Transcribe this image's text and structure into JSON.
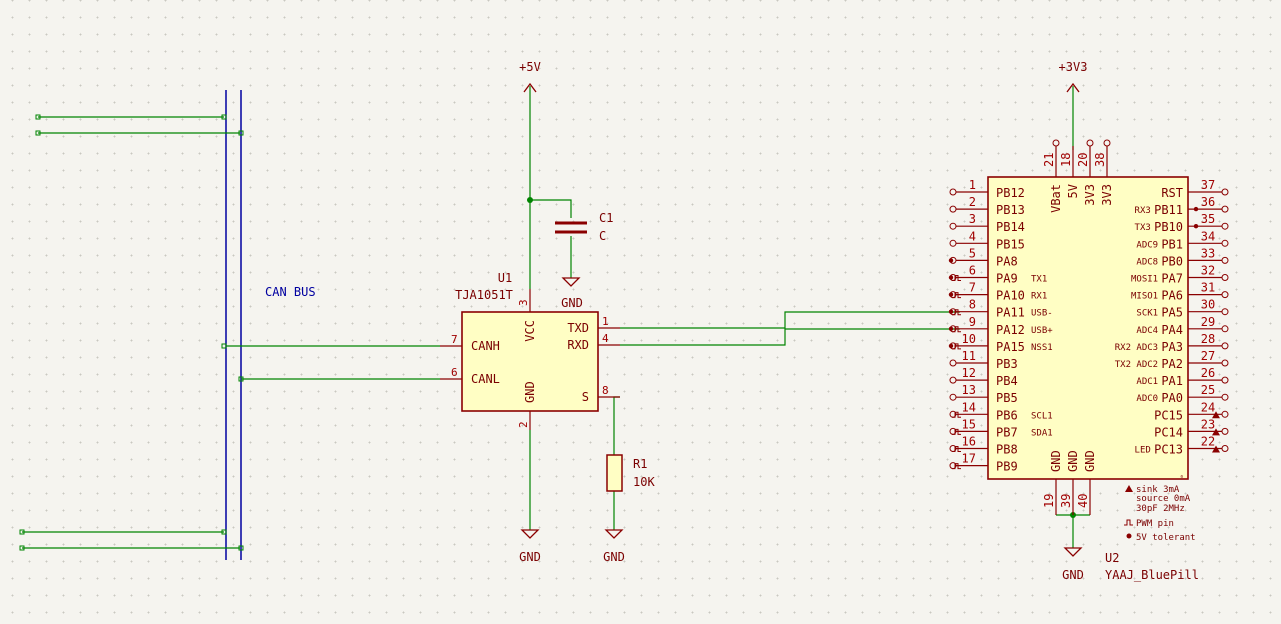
{
  "power": {
    "p5v": "+5V",
    "p3v3": "+3V3",
    "gnd": "GND"
  },
  "bus_label": "CAN BUS",
  "u1": {
    "ref": "U1",
    "value": "TJA1051T",
    "pins": {
      "canh": "CANH",
      "canl": "CANL",
      "vcc": "VCC",
      "gnd": "GND",
      "txd": "TXD",
      "rxd": "RXD",
      "s": "S"
    },
    "pin_numbers": {
      "canh": "7",
      "canl": "6",
      "vcc": "3",
      "gnd": "2",
      "txd": "1",
      "rxd": "4",
      "s": "8"
    }
  },
  "c1": {
    "ref": "C1",
    "value": "C"
  },
  "r1": {
    "ref": "R1",
    "value": "10K"
  },
  "u2": {
    "ref": "U2",
    "value": "YAAJ_BluePill",
    "left_pins": [
      {
        "num": "1",
        "name": "PB12",
        "fn": ""
      },
      {
        "num": "2",
        "name": "PB13",
        "fn": ""
      },
      {
        "num": "3",
        "name": "PB14",
        "fn": ""
      },
      {
        "num": "4",
        "name": "PB15",
        "fn": ""
      },
      {
        "num": "5",
        "name": "PA8",
        "fn": ""
      },
      {
        "num": "6",
        "name": "PA9",
        "fn": "TX1"
      },
      {
        "num": "7",
        "name": "PA10",
        "fn": "RX1"
      },
      {
        "num": "8",
        "name": "PA11",
        "fn": "USB-"
      },
      {
        "num": "9",
        "name": "PA12",
        "fn": "USB+"
      },
      {
        "num": "10",
        "name": "PA15",
        "fn": "NSS1"
      },
      {
        "num": "11",
        "name": "PB3",
        "fn": ""
      },
      {
        "num": "12",
        "name": "PB4",
        "fn": ""
      },
      {
        "num": "13",
        "name": "PB5",
        "fn": ""
      },
      {
        "num": "14",
        "name": "PB6",
        "fn": "SCL1"
      },
      {
        "num": "15",
        "name": "PB7",
        "fn": "SDA1"
      },
      {
        "num": "16",
        "name": "PB8",
        "fn": ""
      },
      {
        "num": "17",
        "name": "PB9",
        "fn": ""
      }
    ],
    "right_pins": [
      {
        "num": "37",
        "name": "RST",
        "fn": ""
      },
      {
        "num": "36",
        "name": "PB11",
        "fn": "RX3"
      },
      {
        "num": "35",
        "name": "PB10",
        "fn": "TX3"
      },
      {
        "num": "34",
        "name": "PB1",
        "fn": "ADC9"
      },
      {
        "num": "33",
        "name": "PB0",
        "fn": "ADC8"
      },
      {
        "num": "32",
        "name": "PA7",
        "fn": "MOSI1"
      },
      {
        "num": "31",
        "name": "PA6",
        "fn": "MISO1"
      },
      {
        "num": "30",
        "name": "PA5",
        "fn": "SCK1"
      },
      {
        "num": "29",
        "name": "PA4",
        "fn": "ADC4"
      },
      {
        "num": "28",
        "name": "PA3",
        "fn": "RX2 ADC3"
      },
      {
        "num": "27",
        "name": "PA2",
        "fn": "TX2 ADC2"
      },
      {
        "num": "26",
        "name": "PA1",
        "fn": "ADC1"
      },
      {
        "num": "25",
        "name": "PA0",
        "fn": "ADC0"
      },
      {
        "num": "24",
        "name": "PC15",
        "fn": ""
      },
      {
        "num": "23",
        "name": "PC14",
        "fn": ""
      },
      {
        "num": "22",
        "name": "PC13",
        "fn": "LED"
      }
    ],
    "top_pins": [
      {
        "num": "21",
        "name": "VBat"
      },
      {
        "num": "18",
        "name": "5V"
      },
      {
        "num": "20",
        "name": "3V3"
      },
      {
        "num": "38",
        "name": "3V3"
      }
    ],
    "bottom_pins": [
      {
        "num": "19",
        "name": "GND"
      },
      {
        "num": "39",
        "name": "GND"
      },
      {
        "num": "40",
        "name": "GND"
      }
    ],
    "legend": [
      "sink 3mA",
      "source 0mA",
      "30pF 2MHz",
      "PWM pin",
      "5V tolerant"
    ]
  }
}
